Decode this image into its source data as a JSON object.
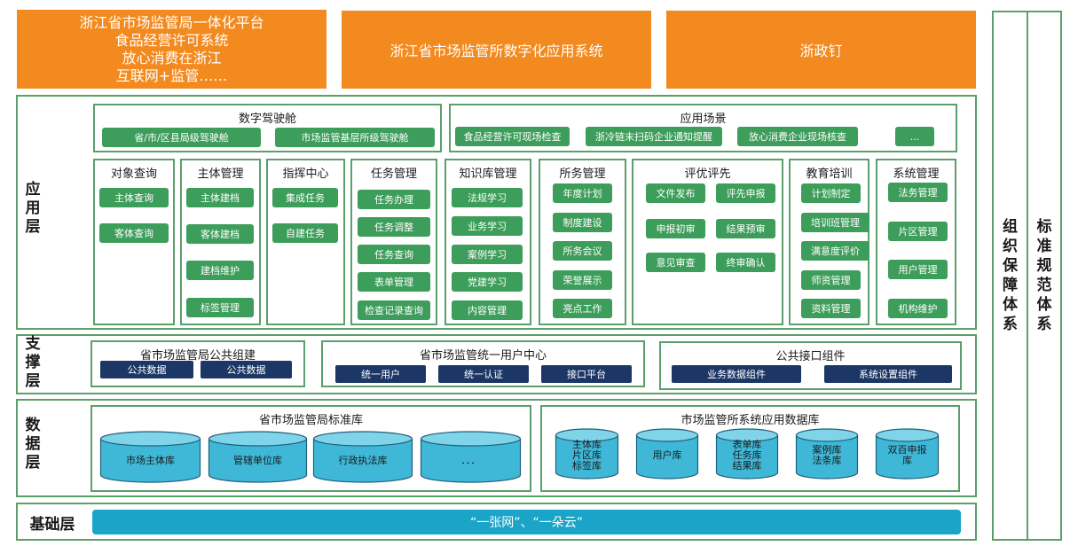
{
  "top": {
    "portal": [
      "浙江省市场监管局一体化平台",
      "食品经营许可系统",
      "放心消费在浙江",
      "互联网+监管……"
    ],
    "digital_app": "浙江省市场监管所数字化应用系统",
    "zhezhengding": "浙政钉"
  },
  "side_labels": {
    "org": [
      "组",
      "织",
      "保",
      "障",
      "体",
      "系"
    ],
    "std": [
      "标",
      "准",
      "规",
      "范",
      "体",
      "系"
    ]
  },
  "layers": {
    "app": [
      "应",
      "用",
      "层"
    ],
    "support": [
      "支",
      "撑",
      "层"
    ],
    "data": [
      "数",
      "据",
      "层"
    ],
    "base": "基础层"
  },
  "cockpit": {
    "title": "数字驾驶舱",
    "items": [
      "省/市/区县局级驾驶舱",
      "市场监管基层所级驾驶舱"
    ]
  },
  "scenes": {
    "title": "应用场景",
    "items": [
      "食品经营许可现场检查",
      "浙冷链末扫码企业通知提醒",
      "放心消费企业现场核查",
      "..."
    ]
  },
  "modules": [
    {
      "title": "对象查询",
      "items": [
        "主体查询",
        "客体查询"
      ]
    },
    {
      "title": "主体管理",
      "items": [
        "主体建档",
        "客体建档",
        "建档维护",
        "标签管理"
      ]
    },
    {
      "title": "指挥中心",
      "items": [
        "集成任务",
        "自建任务"
      ]
    },
    {
      "title": "任务管理",
      "items": [
        "任务办理",
        "任务调整",
        "任务查询",
        "表单管理",
        "检查记录查询"
      ]
    },
    {
      "title": "知识库管理",
      "items": [
        "法规学习",
        "业务学习",
        "案例学习",
        "党建学习",
        "内容管理"
      ]
    },
    {
      "title": "所务管理",
      "items": [
        "年度计划",
        "制度建设",
        "所务会议",
        "荣誉展示",
        "亮点工作"
      ]
    },
    {
      "title": "评优评先",
      "items": [
        "文件发布",
        "评先申报",
        "申报初审",
        "结果预审",
        "意见审查",
        "终审确认"
      ]
    },
    {
      "title": "教育培训",
      "items": [
        "计划制定",
        "培训班管理",
        "满意度评价",
        "师资管理",
        "资料管理"
      ]
    },
    {
      "title": "系统管理",
      "items": [
        "法务管理",
        "片区管理",
        "用户管理",
        "机构维护"
      ]
    }
  ],
  "support": {
    "common": {
      "title": "省市场监管局公共组建",
      "items": [
        "公共数据",
        "公共数据"
      ]
    },
    "user_center": {
      "title": "省市场监管统一用户中心",
      "items": [
        "统一用户",
        "统一认证",
        "接口平台"
      ]
    },
    "interface": {
      "title": "公共接口组件",
      "items": [
        "业务数据组件",
        "系统设置组件"
      ]
    }
  },
  "data": {
    "standard_db": {
      "title": "省市场监管局标准库",
      "items": [
        "市场主体库",
        "管辖单位库",
        "行政执法库",
        "．．．"
      ]
    },
    "app_db": {
      "title": "市场监管所系统应用数据库",
      "items": [
        [
          "主体库",
          "片区库",
          "标签库"
        ],
        [
          "用户库"
        ],
        [
          "表单库",
          "任务库",
          "结果库"
        ],
        [
          "案例库",
          "法条库"
        ],
        [
          "双百申报",
          "库"
        ]
      ]
    }
  },
  "base_bar": "“一张网”、“一朵云”",
  "colors": {
    "orange": "#f38a1f",
    "green_border": "#5b9f6a",
    "green_button": "#3d9d5a",
    "navy": "#1c3665",
    "cyan": "#3fb8d8",
    "base_bar": "#1aa5c8"
  }
}
